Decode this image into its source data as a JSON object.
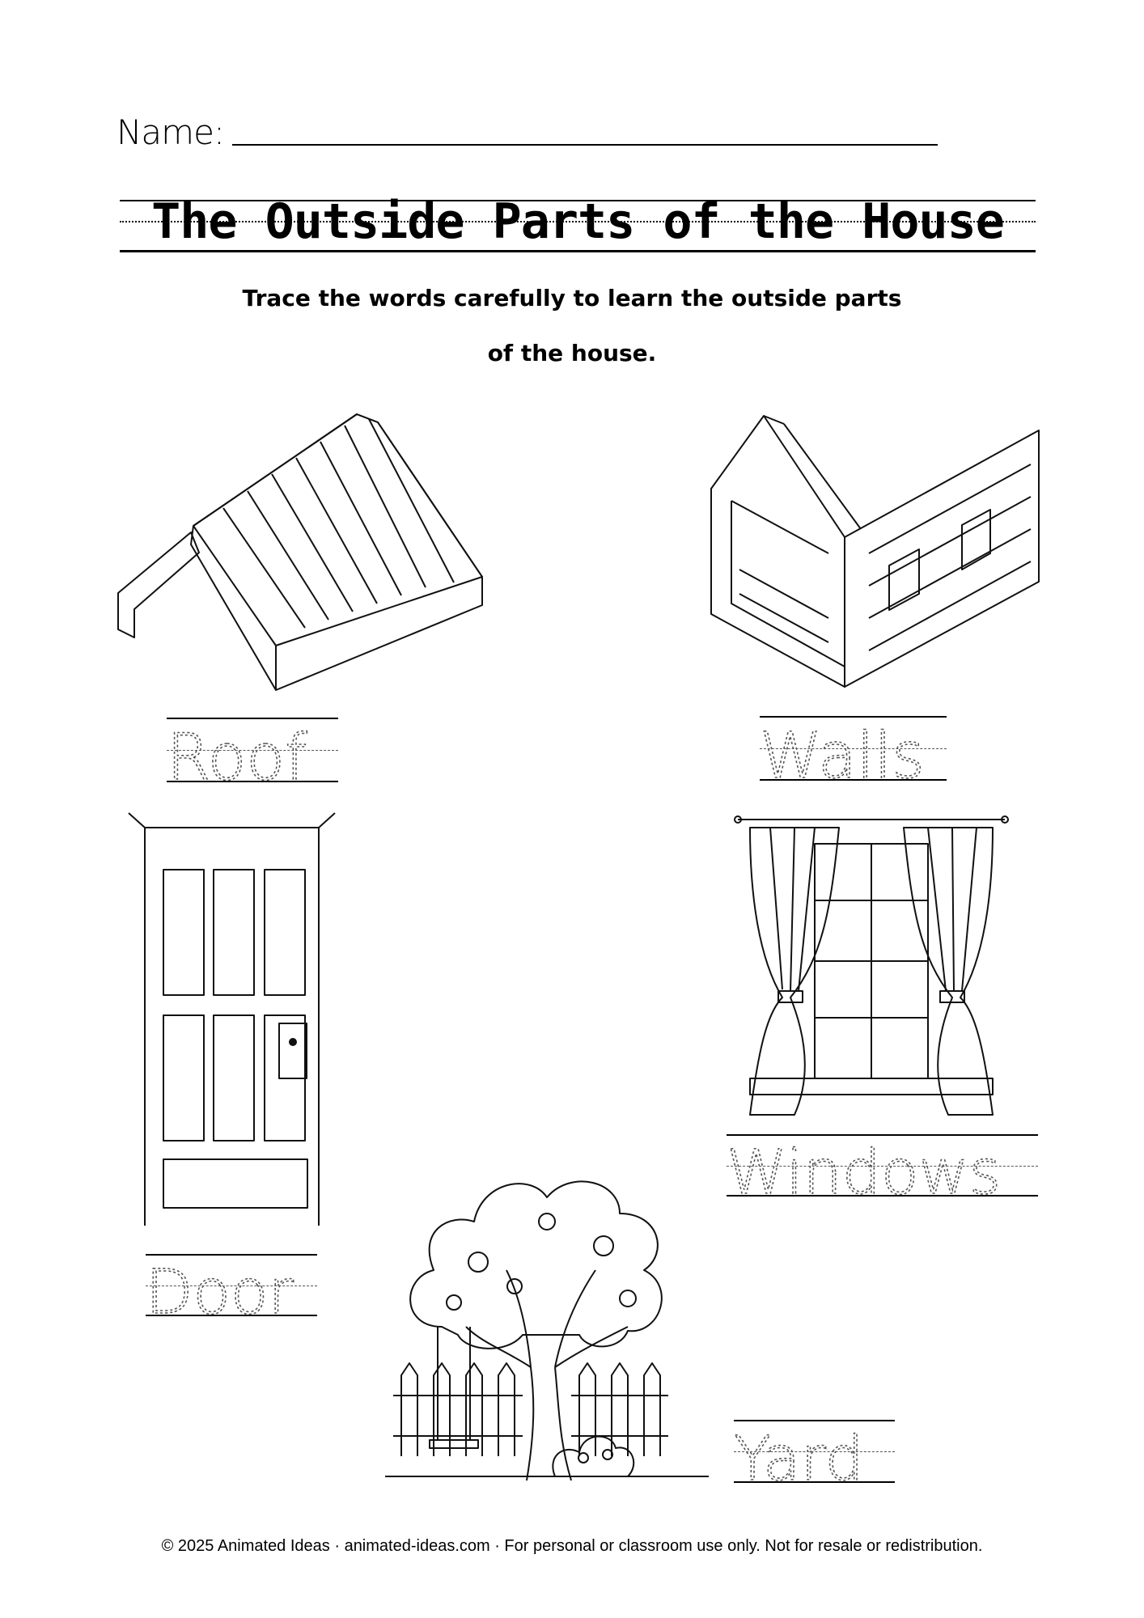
{
  "header": {
    "name_label": "Name:",
    "title": "The Outside Parts of the House",
    "instructions_line1": "Trace the words carefully to learn the outside parts",
    "instructions_line2": "of the house."
  },
  "items": [
    {
      "word": "Roof",
      "icon": "roof-icon"
    },
    {
      "word": "Walls",
      "icon": "walls-icon"
    },
    {
      "word": "Door",
      "icon": "door-icon"
    },
    {
      "word": "Windows",
      "icon": "window-icon"
    },
    {
      "word": "Yard",
      "icon": "yard-tree-icon"
    }
  ],
  "footer": {
    "text": "© 2025 Animated Ideas · animated-ideas.com · For personal or classroom use only. Not for resale or redistribution."
  }
}
